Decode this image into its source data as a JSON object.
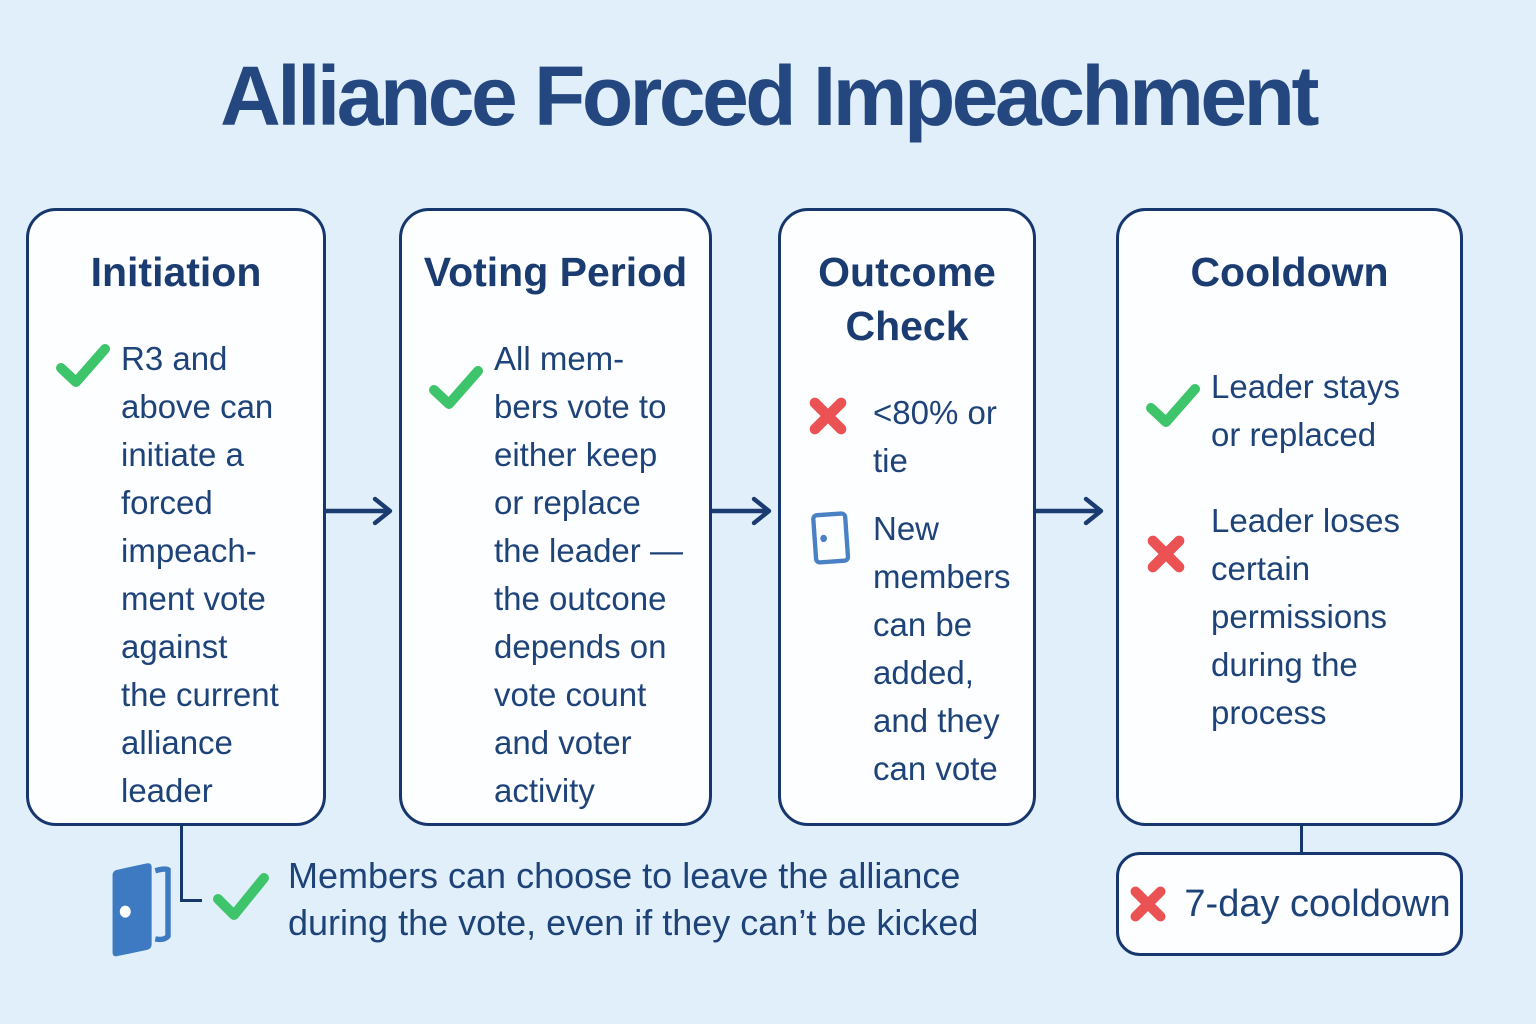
{
  "title": "Alliance Forced Impeachment",
  "colors": {
    "background": "#e1effb",
    "box_fill": "#fdfeff",
    "border_navy": "#16376e",
    "heading_navy": "#1b3c70",
    "body_navy": "#1e4379",
    "title_navy": "#24477f",
    "check_green": "#3ec46a",
    "cross_red": "#ea5254",
    "door_blue": "#3d7ac1"
  },
  "flow": {
    "boxes": [
      {
        "id": "initiation",
        "heading": "Initiation",
        "items": [
          {
            "icon": "check-icon",
            "text": "R3 and\nabove can\ninitiate a\nforced\nimpeach-\nment vote\nagainst\nthe current\nalliance\nleader"
          }
        ]
      },
      {
        "id": "voting-period",
        "heading": "Voting Period",
        "items": [
          {
            "icon": "check-icon",
            "text": "All mem-\nbers vote to\neither keep\nor replace\nthe leader —\nthe outcone\ndepends on\nvote count\nand voter\nactivity"
          }
        ]
      },
      {
        "id": "outcome-check",
        "heading": "Outcome\nCheck",
        "items": [
          {
            "icon": "cross-icon",
            "text": "<80% or\ntie"
          },
          {
            "icon": "door-icon",
            "text": "New\nmembers\ncan be\nadded,\nand they\ncan vote"
          }
        ]
      },
      {
        "id": "cooldown",
        "heading": "Cooldown",
        "items": [
          {
            "icon": "check-icon",
            "text": "Leader stays\nor replaced"
          },
          {
            "icon": "cross-icon",
            "text": "Leader loses\ncertain\npermissions\nduring the\nprocess"
          }
        ]
      }
    ]
  },
  "bottom_note": {
    "icon": "door-open-icon",
    "bullet_icon": "check-icon",
    "text": "Members can choose to leave the alliance\nduring the vote, even if they can’t be kicked"
  },
  "cooldown_tag": {
    "icon": "cross-icon",
    "label": "7-day cooldown"
  }
}
